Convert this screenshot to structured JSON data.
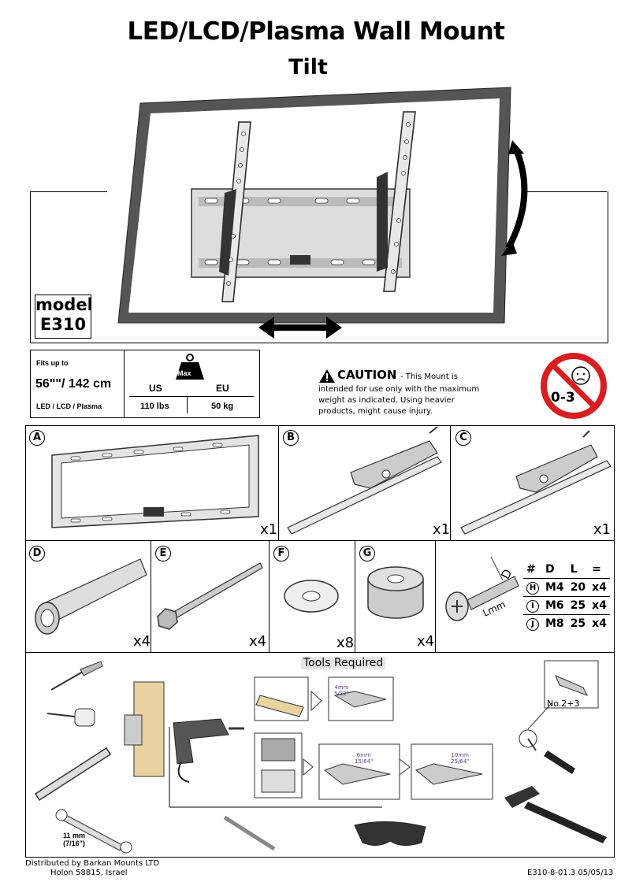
{
  "header": {
    "title": "LED/LCD/Plasma Wall Mount",
    "subtitle": "Tilt"
  },
  "model": {
    "line1": "model",
    "line2": "E310"
  },
  "fits": {
    "label": "Fits up to",
    "size": "56\"\"/ 142 cm",
    "types": "LED / LCD / Plasma",
    "weight_icon": "Max",
    "us_header": "US",
    "eu_header": "EU",
    "us_value": "110 lbs",
    "eu_value": "50 kg"
  },
  "caution": {
    "title": "CAUTION",
    "text_line1": " - This Mount is",
    "text_line2": "intended for use only with the maximum",
    "text_line3": "weight as indicated. Using heavier",
    "text_line4": "products, might cause injury."
  },
  "age_warning": {
    "label": "0-3"
  },
  "parts": [
    {
      "letter": "A",
      "qty": "x1"
    },
    {
      "letter": "B",
      "qty": "x1"
    },
    {
      "letter": "C",
      "qty": "x1"
    },
    {
      "letter": "D",
      "qty": "x4"
    },
    {
      "letter": "E",
      "qty": "x4"
    },
    {
      "letter": "F",
      "qty": "x8"
    },
    {
      "letter": "G",
      "qty": "x4"
    }
  ],
  "screws": {
    "headers": [
      "#",
      "D",
      "L",
      "="
    ],
    "rows": [
      {
        "id": "H",
        "d": "M4",
        "l": "20",
        "q": "x4"
      },
      {
        "id": "I",
        "d": "M6",
        "l": "25",
        "q": "x4"
      },
      {
        "id": "J",
        "d": "M8",
        "l": "25",
        "q": "x4"
      }
    ],
    "dim_d": "D",
    "dim_l": "Lmm"
  },
  "tools": {
    "title": "Tools Required",
    "drill1": {
      "mm": "4mm",
      "in": "5/32\""
    },
    "drill2": {
      "mm": "6mm",
      "in": "15/64\""
    },
    "drill3": {
      "mm": "10mm",
      "in": "25/64\""
    },
    "screwdriver": "No.2+3",
    "wrench_mm": "11 mm",
    "wrench_in": "(7/16\")"
  },
  "footer": {
    "dist_line1": "Distributed by Barkan Mounts LTD",
    "dist_line2": "Holon 58815, Israel",
    "code": "E310-8-01.3  05/05/13"
  }
}
